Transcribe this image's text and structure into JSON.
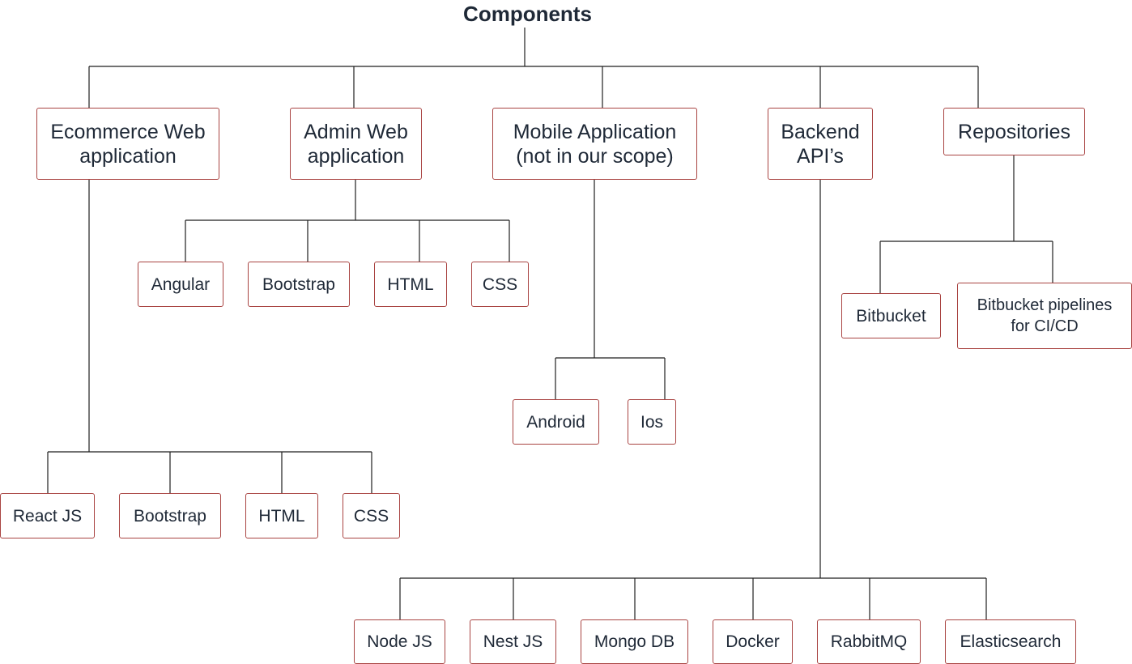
{
  "title": "Components",
  "colors": {
    "box_border": "#a94442",
    "line": "#1f1f1f",
    "text": "#1f2937"
  },
  "groups": {
    "ecommerce": {
      "label": "Ecommerce Web\napplication",
      "children": [
        "React JS",
        "Bootstrap",
        "HTML",
        "CSS"
      ]
    },
    "admin": {
      "label": "Admin Web\napplication",
      "children": [
        "Angular",
        "Bootstrap",
        "HTML",
        "CSS"
      ]
    },
    "mobile": {
      "label": "Mobile Application\n(not in our scope)",
      "children": [
        "Android",
        "Ios"
      ]
    },
    "backend": {
      "label": "Backend\nAPI’s",
      "children": [
        "Node JS",
        "Nest JS",
        "Mongo DB",
        "Docker",
        "RabbitMQ",
        "Elasticsearch"
      ]
    },
    "repositories": {
      "label": "Repositories",
      "children": [
        "Bitbucket",
        "Bitbucket pipelines\nfor CI/CD"
      ]
    }
  }
}
